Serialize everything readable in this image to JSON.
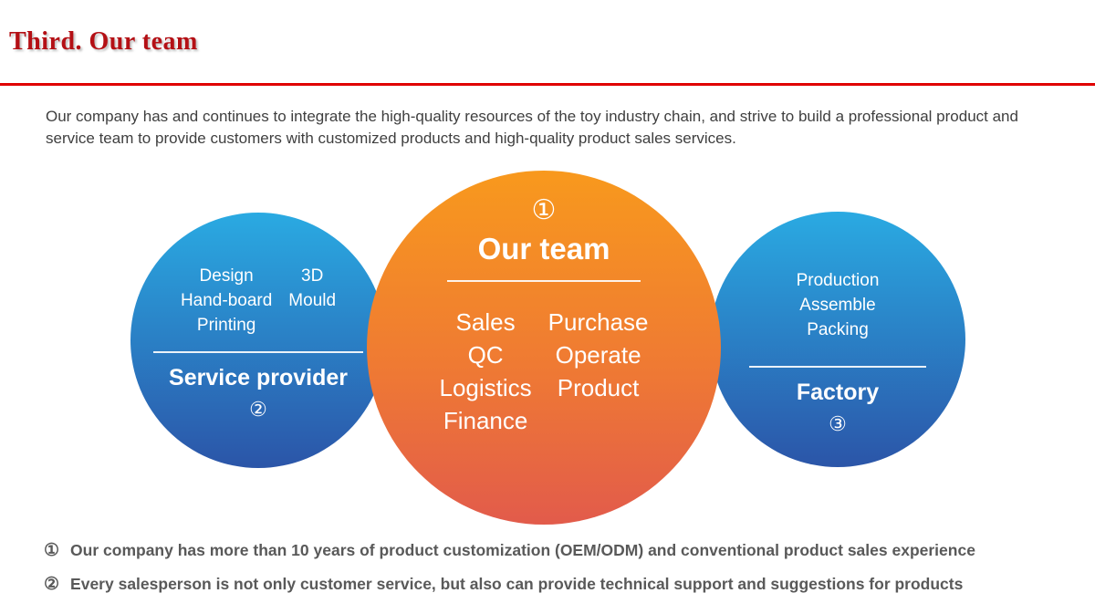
{
  "header": {
    "title": "Third. Our team"
  },
  "intro": {
    "text": "Our company has and continues to integrate the high-quality resources of the toy industry chain, and strive to build a professional product and service team to provide customers with customized products and high-quality product sales services."
  },
  "colors": {
    "title_red": "#b41015",
    "rule_red": "#e00000",
    "blue_top": "#2aaae2",
    "blue_bottom": "#2b55a8",
    "orange_top": "#f8991d",
    "orange_bottom": "#e25b4b",
    "body_gray": "#3f3f3f",
    "notes_gray": "#595959"
  },
  "diagram": {
    "left_circle": {
      "col1": [
        "Design",
        "Hand-board",
        "Printing"
      ],
      "col2": [
        "3D",
        "Mould"
      ],
      "label": "Service provider",
      "number": "②"
    },
    "center_circle": {
      "number": "①",
      "title": "Our team",
      "col1": [
        "Sales",
        "QC",
        "Logistics",
        "Finance"
      ],
      "col2": [
        "Purchase",
        "Operate",
        "Product"
      ]
    },
    "right_circle": {
      "items": [
        "Production",
        "Assemble",
        "Packing"
      ],
      "label": "Factory",
      "number": "③"
    }
  },
  "notes": [
    {
      "bullet": "①",
      "text": "Our company has more than 10 years of product customization (OEM/ODM) and conventional product sales experience"
    },
    {
      "bullet": "②",
      "text": "Every salesperson is not only customer service, but also can provide technical support and suggestions for products"
    }
  ]
}
